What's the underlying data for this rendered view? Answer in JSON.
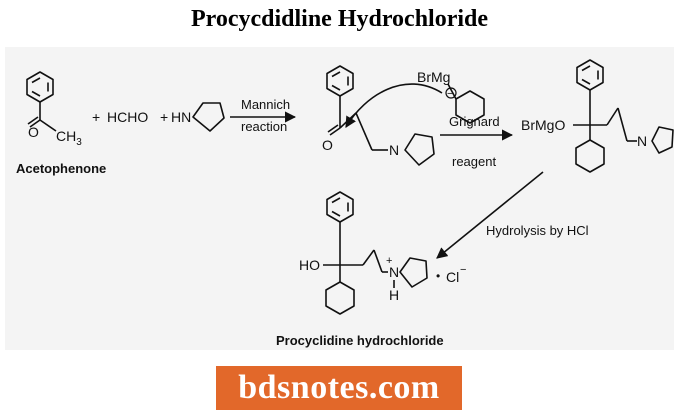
{
  "title": "Procycdidline Hydrochloride",
  "scheme": {
    "reactant1_name": "Acetophenone",
    "reactant1_sub": "CH",
    "reactant1_sub_index": "3",
    "oxygen": "O",
    "plus1": "+",
    "reactant2": "HCHO",
    "plus2": "+",
    "amine_h": "HN",
    "nitrogen": "N",
    "step1_line1": "Mannich",
    "step1_line2": "reaction",
    "grignard_reagent_label": "BrMg",
    "carbanion_charge": "−",
    "step2_line1": "Grignard",
    "step2_line2": "reagent",
    "intermediate_group": "BrMgO",
    "step3": "Hydrolysis by HCl",
    "product_oh": "HO",
    "product_nplus": "+",
    "product_h": "H",
    "counterion_dot": "•",
    "counterion": "Cl",
    "counterion_charge": "−",
    "product_name": "Procyclidine hydrochloride"
  },
  "watermark": "bdsnotes.com"
}
